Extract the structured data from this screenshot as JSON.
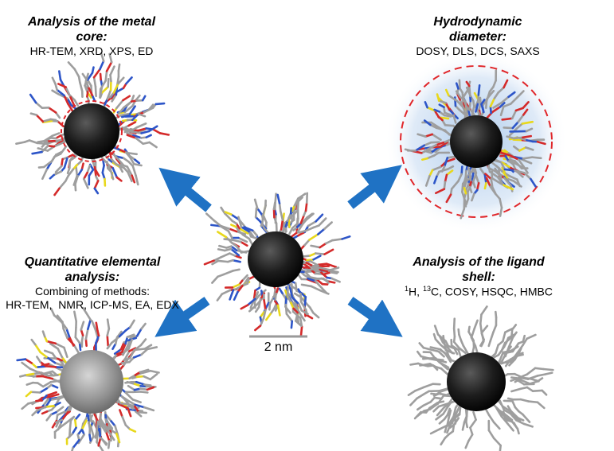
{
  "panels": {
    "metal_core": {
      "heading_line1": "Analysis of the metal",
      "heading_line2": "core:",
      "methods": "HR-TEM, XRD, XPS, ED"
    },
    "hydrodynamic": {
      "heading_line1": "Hydrodynamic",
      "heading_line2": "diameter:",
      "methods": "DOSY, DLS, DCS, SAXS"
    },
    "elemental": {
      "heading_line1": "Quantitative elemental",
      "heading_line2": "analysis:",
      "methods_line1": "Combining of methods:",
      "methods_line2": "HR-TEM,  NMR, ICP-MS, EA, EDX"
    },
    "ligand_shell": {
      "heading_line1": "Analysis of the ligand",
      "heading_line2": "shell:",
      "m1": "1",
      "m2": "H, ",
      "m3": "13",
      "m4": "C, COSY, HSQC, HMBC"
    }
  },
  "scale_bar": {
    "label": "2 nm"
  },
  "colors": {
    "arrow": "#1f72c4",
    "dashed_circle": "#e0262a",
    "glow": "#a9c8ea",
    "core_dark": "#1a1a1a",
    "core_gray": "#8a8a8a"
  }
}
